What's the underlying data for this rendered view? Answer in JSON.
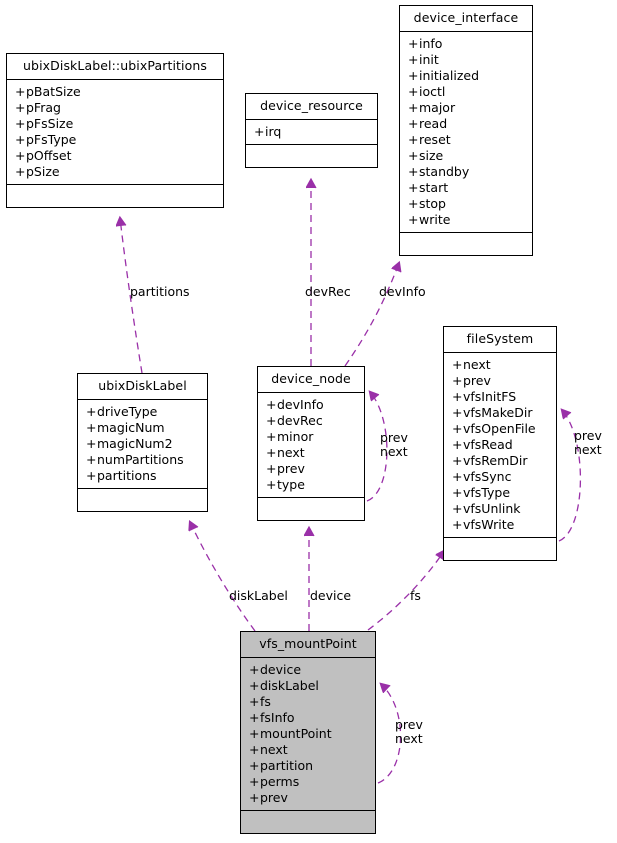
{
  "diagram": {
    "type": "uml-class-collaboration-diagram",
    "edge_color": "#9a30a8",
    "highlight_color": "#c0c0c0",
    "border_color": "#000000",
    "background": "#ffffff"
  },
  "classes": {
    "ubixPartitions": {
      "name": "ubixDiskLabel::ubixPartitions",
      "members": [
        "+ pBatSize",
        "+ pFrag",
        "+ pFsSize",
        "+ pFsType",
        "+ pOffset",
        "+ pSize"
      ]
    },
    "device_resource": {
      "name": "device_resource",
      "members": [
        "+ irq"
      ]
    },
    "device_interface": {
      "name": "device_interface",
      "members": [
        "+ info",
        "+ init",
        "+ initialized",
        "+ ioctl",
        "+ major",
        "+ read",
        "+ reset",
        "+ size",
        "+ standby",
        "+ start",
        "+ stop",
        "+ write"
      ]
    },
    "ubixDiskLabel": {
      "name": "ubixDiskLabel",
      "members": [
        "+ driveType",
        "+ magicNum",
        "+ magicNum2",
        "+ numPartitions",
        "+ partitions"
      ]
    },
    "device_node": {
      "name": "device_node",
      "members": [
        "+ devInfo",
        "+ devRec",
        "+ minor",
        "+ next",
        "+ prev",
        "+ type"
      ]
    },
    "fileSystem": {
      "name": "fileSystem",
      "members": [
        "+ next",
        "+ prev",
        "+ vfsInitFS",
        "+ vfsMakeDir",
        "+ vfsOpenFile",
        "+ vfsRead",
        "+ vfsRemDir",
        "+ vfsSync",
        "+ vfsType",
        "+ vfsUnlink",
        "+ vfsWrite"
      ]
    },
    "vfs_mountPoint": {
      "name": "vfs_mountPoint",
      "members": [
        "+ device",
        "+ diskLabel",
        "+ fs",
        "+ fsInfo",
        "+ mountPoint",
        "+ next",
        "+ partition",
        "+ perms",
        "+ prev"
      ]
    }
  },
  "edge_labels": {
    "partitions": "partitions",
    "devRec": "devRec",
    "devInfo": "devInfo",
    "diskLabel": "diskLabel",
    "device": "device",
    "fs": "fs",
    "device_node_self_prev": "prev",
    "device_node_self_next": "next",
    "fileSystem_self_prev": "prev",
    "fileSystem_self_next": "next",
    "vfs_self_prev": "prev",
    "vfs_self_next": "next"
  }
}
